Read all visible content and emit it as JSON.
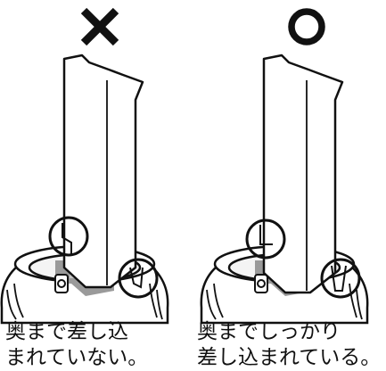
{
  "marks": {
    "incorrect_symbol": "×",
    "correct_symbol": "○"
  },
  "captions": {
    "left_line1": "奥まで差し込",
    "left_line2": "まれていない。",
    "right_line1": "奥までしっかり",
    "right_line2": "差し込まれている。"
  },
  "colors": {
    "line": "#111111",
    "shadow": "#9a9a9a",
    "shadow_light": "#c4c4c4",
    "background": "#ffffff"
  }
}
